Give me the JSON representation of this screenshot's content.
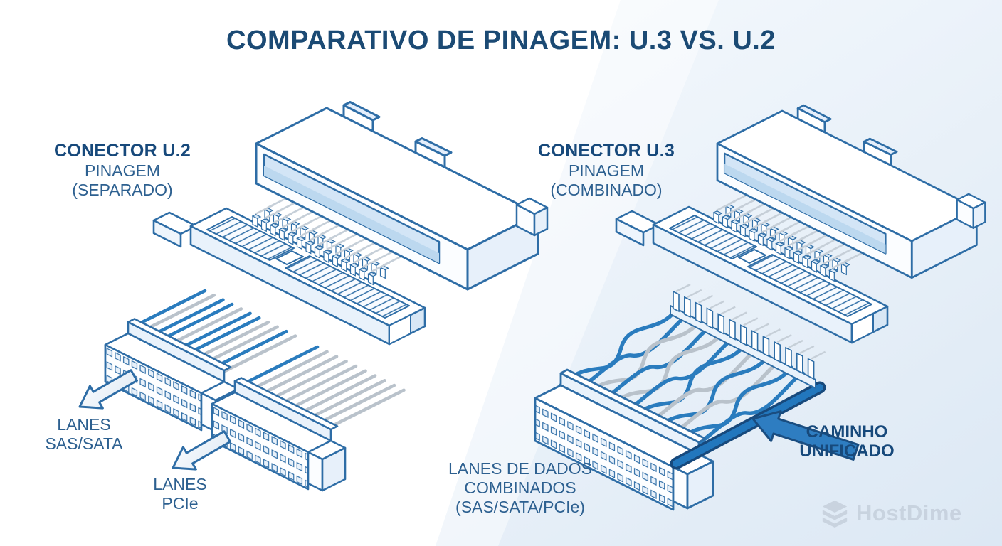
{
  "title": "COMPARATIVO DE PINAGEM: U.3 VS. U.2",
  "u2": {
    "heading": "CONECTOR U.2",
    "subheading": "PINAGEM",
    "variant": "(SEPARADO)",
    "sas_sata_label": {
      "line1": "LANES",
      "line2": "SAS/SATA"
    },
    "pcie_label": {
      "line1": "LANES",
      "line2": "PCIe"
    }
  },
  "u3": {
    "heading": "CONECTOR U.3",
    "subheading": "PINAGEM",
    "variant": "(COMBINADO)",
    "combined_label": {
      "line1": "LANES DE DADOS",
      "line2": "COMBINADOS",
      "line3": "(SAS/SATA/PCIe)"
    },
    "unified_label": {
      "line1": "CAMINHO",
      "line2": "UNIFICADO"
    }
  },
  "watermark": {
    "brand": "HostDime"
  },
  "icons": {
    "sas_sata_arrow": "arrow-down-left",
    "pcie_arrow": "arrow-down-left",
    "unified_path_arrow": "arrow-up-left",
    "hostdime_logo": "stacked-layers"
  },
  "colors": {
    "title_text": "#1b4a74",
    "heading_text": "#17497b",
    "label_text": "#2d6090",
    "line_art": "#2e6da6",
    "wire_blue": "#2a7cbe",
    "wire_gray": "#b9c2cb",
    "unified_path_blue": "#2277bd",
    "background_tint": "#dce8f4",
    "watermark_gray": "#c4cedb"
  }
}
